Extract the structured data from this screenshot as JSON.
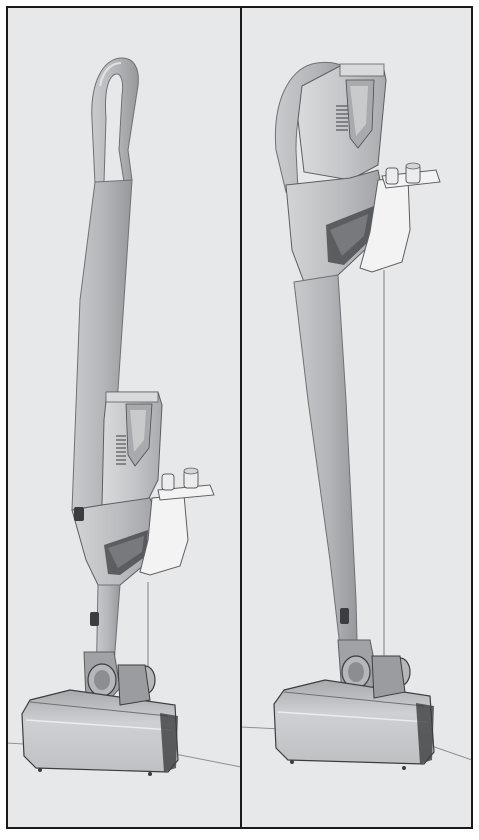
{
  "figure": {
    "panels": [
      {
        "id": "left",
        "state": "vacuum mounted on wall holder, handle up"
      },
      {
        "id": "right",
        "state": "vacuum mounted on wall holder, dust container up"
      }
    ]
  },
  "colors": {
    "panel_background": "#e7e8e9",
    "frame_border": "#1a1a1a",
    "body_light": "#d4d5d7",
    "body_mid": "#b7b8bb",
    "body_dark": "#8b8d91",
    "detail_dark": "#3c3d40",
    "bracket_white": "#f3f3f3",
    "wall_line": "#8f9094"
  }
}
